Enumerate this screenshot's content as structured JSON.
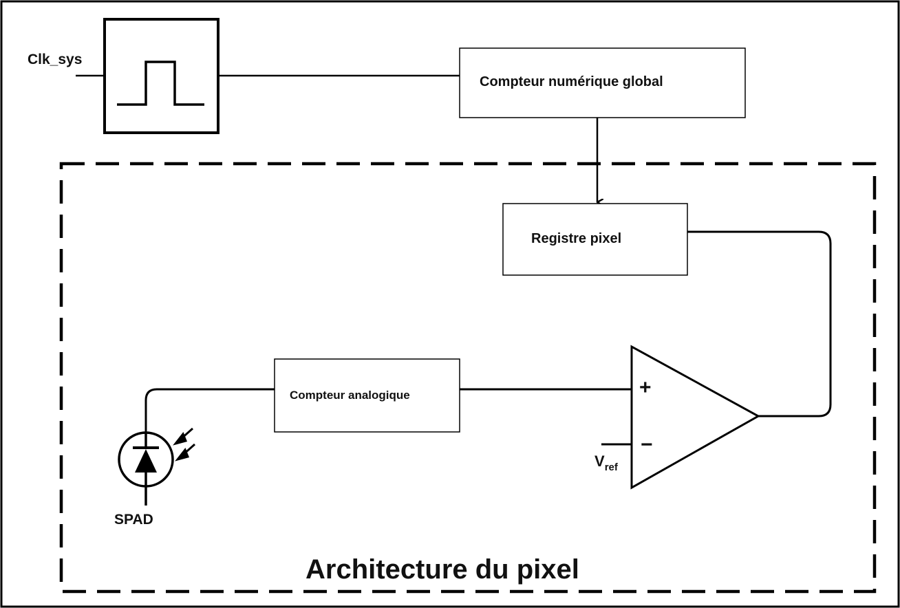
{
  "labels": {
    "clk_sys": "Clk_sys",
    "global_counter": "Compteur numérique global",
    "pixel_register": "Registre pixel",
    "analog_counter": "Compteur analogique",
    "plus_sign": "+",
    "minus_sign": "−",
    "vref_main": "V",
    "vref_sub": "ref",
    "spad": "SPAD",
    "pixel_architecture": "Architecture du pixel"
  },
  "icons": {
    "clock": "clock-pulse-icon",
    "photodiode": "spad-photodiode-icon",
    "comparator": "comparator-icon"
  },
  "colors": {
    "stroke": "#000000",
    "background": "#ffffff"
  }
}
